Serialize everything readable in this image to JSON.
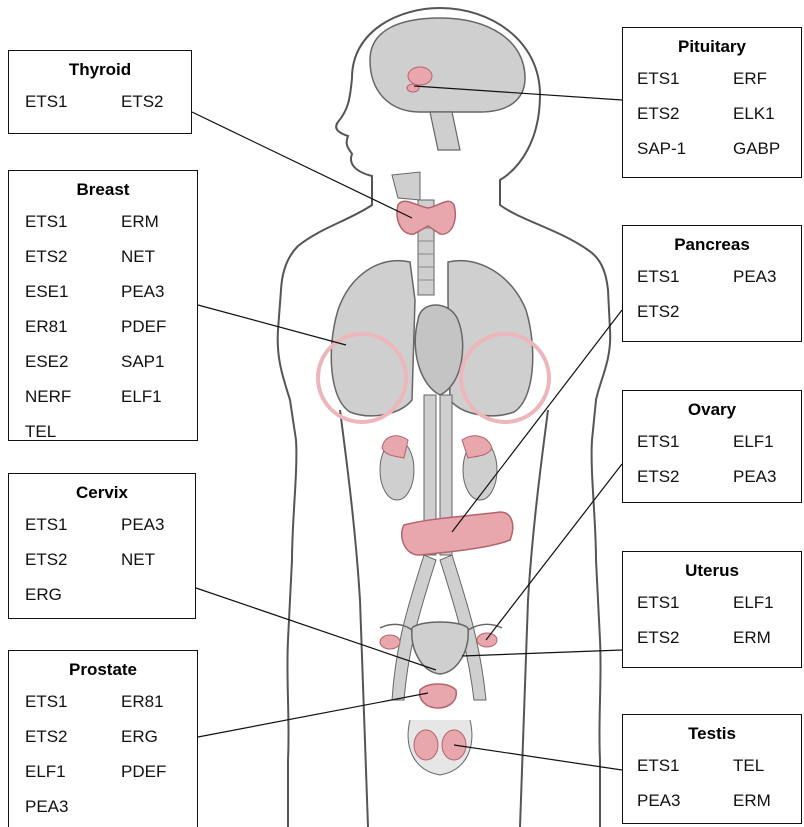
{
  "tissues": [
    {
      "id": "thyroid",
      "name": "Thyroid",
      "genes": [
        "ETS1",
        "ETS2"
      ]
    },
    {
      "id": "breast",
      "name": "Breast",
      "genes": [
        "ETS1",
        "ERM",
        "ETS2",
        "NET",
        "ESE1",
        "PEA3",
        "ER81",
        "PDEF",
        "ESE2",
        "SAP1",
        "NERF",
        "ELF1",
        "TEL"
      ]
    },
    {
      "id": "cervix",
      "name": "Cervix",
      "genes": [
        "ETS1",
        "PEA3",
        "ETS2",
        "NET",
        "ERG"
      ]
    },
    {
      "id": "prostate",
      "name": "Prostate",
      "genes": [
        "ETS1",
        "ER81",
        "ETS2",
        "ERG",
        "ELF1",
        "PDEF",
        "PEA3"
      ]
    },
    {
      "id": "pituitary",
      "name": "Pituitary",
      "genes": [
        "ETS1",
        "ERF",
        "ETS2",
        "ELK1",
        "SAP-1",
        "GABP"
      ]
    },
    {
      "id": "pancreas",
      "name": "Pancreas",
      "genes": [
        "ETS1",
        "PEA3",
        "ETS2"
      ]
    },
    {
      "id": "ovary",
      "name": "Ovary",
      "genes": [
        "ETS1",
        "ELF1",
        "ETS2",
        "PEA3"
      ]
    },
    {
      "id": "uterus",
      "name": "Uterus",
      "genes": [
        "ETS1",
        "ELF1",
        "ETS2",
        "ERM"
      ]
    },
    {
      "id": "testis",
      "name": "Testis",
      "genes": [
        "ETS1",
        "TEL",
        "PEA3",
        "ERM"
      ]
    }
  ],
  "colors": {
    "organ_fill": "#e8a6ad",
    "organ_stroke": "#b5636d",
    "body_fill": "#cfcfcf",
    "body_stroke": "#666666",
    "highlight_ring": "#ecb6bb",
    "line": "#111111"
  }
}
